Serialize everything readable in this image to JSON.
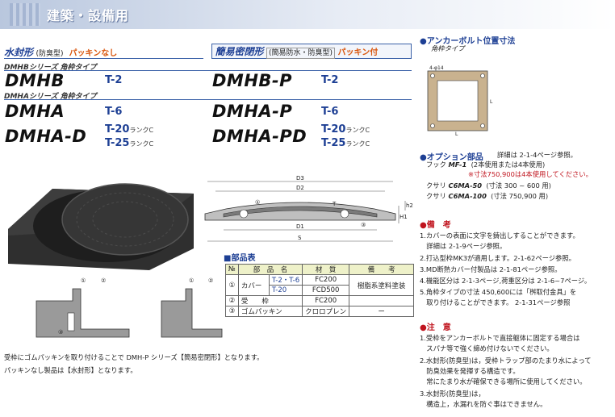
{
  "banner": {
    "title": "建築・設備用"
  },
  "left_header": {
    "type": "水封形",
    "type_note": "(防臭型)",
    "packing": "パッキンなし"
  },
  "right_header": {
    "type": "簡易密閉形",
    "type_note": "(簡易防水・防臭型)",
    "packing": "パッキン付"
  },
  "series": {
    "dmhb": "DMHBシリーズ 角枠タイプ",
    "dmha": "DMHAシリーズ 角枠タイプ"
  },
  "models": [
    {
      "name": "DMHB",
      "codes": [
        "T-2"
      ],
      "ranks": [
        ""
      ]
    },
    {
      "name": "DMHB-P",
      "codes": [
        "T-2"
      ],
      "ranks": [
        ""
      ]
    },
    {
      "name": "DMHA",
      "codes": [
        "T-6"
      ],
      "ranks": [
        ""
      ]
    },
    {
      "name": "DMHA-P",
      "codes": [
        "T-6"
      ],
      "ranks": [
        ""
      ]
    },
    {
      "name": "DMHA-D",
      "codes": [
        "T-20",
        "T-25"
      ],
      "ranks": [
        "ランクC",
        "ランクC"
      ]
    },
    {
      "name": "DMHA-PD",
      "codes": [
        "T-20",
        "T-25"
      ],
      "ranks": [
        "ランクC",
        "ランクC"
      ]
    }
  ],
  "anchor": {
    "title": "●アンカーボルト位置寸法",
    "subtitle": "角枠タイプ",
    "hole_label": "4-φ14",
    "dim_label": "L"
  },
  "options": {
    "title": "●オプション部品",
    "ref": "詳細は 2-1-4ページ参照。",
    "hook_label": "フック",
    "hook_model": "MF-1",
    "hook_note": "(2本使用または4本使用)",
    "hook_warn": "※寸法750,900は4本使用してください。",
    "chain1_label": "クサリ",
    "chain1_model": "C6MA-50",
    "chain1_note": "(寸法 300 ~ 600 用)",
    "chain2_label": "クサリ",
    "chain2_model": "C6MA-100",
    "chain2_note": "(寸法 750,900 用)"
  },
  "remarks": {
    "title": "●備　考",
    "lines": [
      "1.カバーの表面に文字を鋳出しすることができます。",
      "　詳細は 2-1-9ページ参照。",
      "2.打込型枠MK3が適用します。2-1-62ページ参照。",
      "3.MD断熱カバー付製品は 2-1-81ページ参照。",
      "4.機能区分は 2-1-3ページ,荷重区分は 2-1-6~7ページ。",
      "5.角枠タイプの寸法 450,600には「桝取付金具」を",
      "　取り付けることができます。 2-1-31ページ参照"
    ]
  },
  "cautions": {
    "title": "●注　意",
    "lines": [
      "1.受枠をアンカーボルトで直接躯体に固定する場合は",
      "　スパナ等で強く締め付けないでください。",
      "2.水封形(防臭型)は，受枠トラップ部のたまり水によって",
      "　防臭効果を発揮する構造です。",
      "　常にたまり水が確保できる場所に使用してください。",
      "3.水封形(防臭型)は，",
      "　構造上，水漏れを防ぐ事はできません。"
    ]
  },
  "drawing": {
    "labels": {
      "d3": "D3",
      "d2": "D2",
      "d1": "D1",
      "s": "S",
      "h1": "H1",
      "h2": "h2",
      "t": "T",
      "c1": "①",
      "c2": "②",
      "c3": "③"
    }
  },
  "parts_table": {
    "title": "■部品表",
    "headers": [
      "№",
      "部　品　名",
      "材　質",
      "備　　考"
    ],
    "rows": [
      {
        "no": "①",
        "name": "カバー",
        "model": "T-2・T-6",
        "material": "FC200",
        "remark": "樹脂系塗料塗装"
      },
      {
        "no": "",
        "name": "",
        "model": "T-20",
        "material": "FCD500",
        "remark": ""
      },
      {
        "no": "②",
        "name": "受　　枠",
        "model": "",
        "material": "FC200",
        "remark": ""
      },
      {
        "no": "③",
        "name": "ゴムパッキン",
        "model": "",
        "material": "クロロプレン",
        "remark": "ー"
      }
    ]
  },
  "footnotes": [
    "受枠にゴムパッキンを取り付けることで DMH-P シリーズ【簡易密閉形】となります。",
    "パッキンなし製品は【水封形】となります。"
  ],
  "colors": {
    "accent": "#1d3f94",
    "orange": "#d9540b",
    "red": "#c0141e",
    "cast_iron": "#2b2b2b",
    "section_grey": "#9a9a9a",
    "frame_tan": "#c9b28f"
  }
}
